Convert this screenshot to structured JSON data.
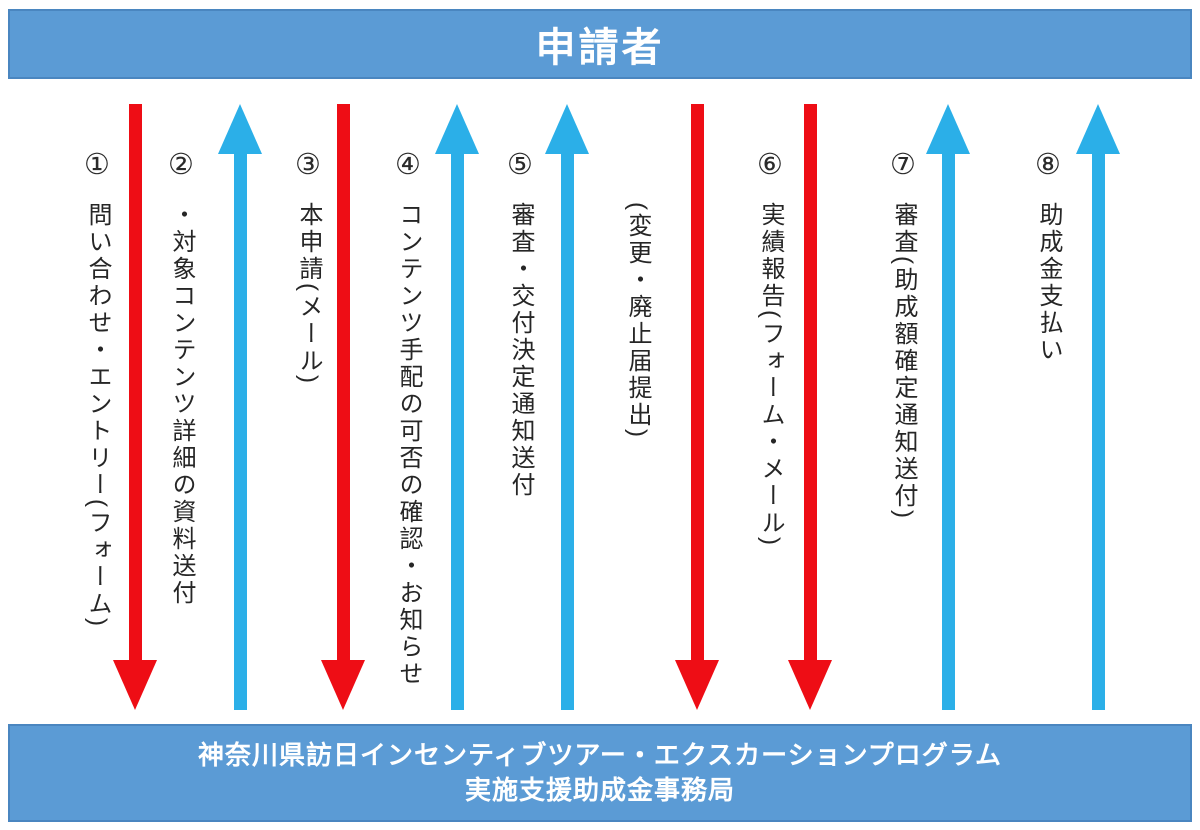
{
  "diagram": {
    "header": {
      "title": "申請者"
    },
    "footer": {
      "line1": "神奈川県訪日インセンティブツアー・エクスカーションプログラム",
      "line2": "実施支援助成金事務局"
    }
  },
  "colors": {
    "bar_fill": "#5b9bd5",
    "bar_border": "#4a86c0",
    "bar_text": "#ffffff",
    "arrow_red": "#ee0d15",
    "arrow_blue": "#2bafe8",
    "label_text": "#262626"
  },
  "flows": [
    {
      "number": "①",
      "label": "問い合わせ・エントリー(フォーム)",
      "direction": "down",
      "color": "red"
    },
    {
      "number": "②",
      "label": "・対象コンテンツ詳細の資料送付",
      "direction": "up",
      "color": "blue"
    },
    {
      "number": "③",
      "label": "本申請(メール)",
      "direction": "down",
      "color": "red"
    },
    {
      "number": "④",
      "label": "コンテンツ手配の可否の確認・お知らせ",
      "direction": "up",
      "color": "blue"
    },
    {
      "number": "⑤",
      "label": "審査・交付決定通知送付",
      "direction": "up",
      "color": "blue"
    },
    {
      "number": "",
      "label": "(変更・廃止届提出)",
      "direction": "down",
      "color": "red"
    },
    {
      "number": "⑥",
      "label": "実績報告(フォーム・メール)",
      "direction": "down",
      "color": "red"
    },
    {
      "number": "⑦",
      "label": "審査(助成額確定通知送付)",
      "direction": "up",
      "color": "blue"
    },
    {
      "number": "⑧",
      "label": "助成金支払い",
      "direction": "up",
      "color": "blue"
    }
  ]
}
